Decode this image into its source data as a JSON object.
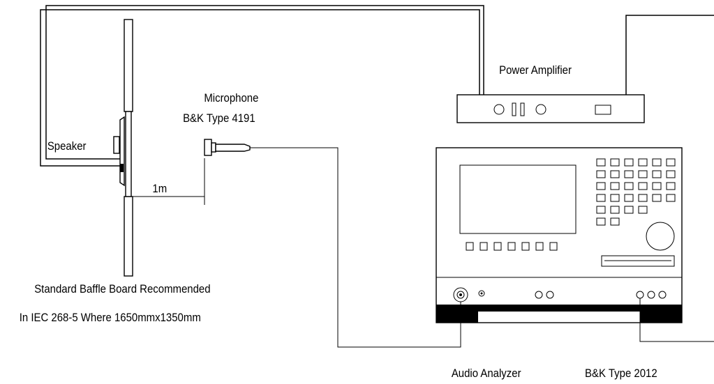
{
  "labels": {
    "power_amplifier": "Power Amplifier",
    "microphone_line1": "Microphone",
    "microphone_line2": "B&K Type 4191",
    "speaker": "Speaker",
    "distance": "1m",
    "baffle_line1": "Standard Baffle Board Recommended",
    "baffle_line2": "In IEC 268-5 Where 1650mmx1350mm",
    "audio_analyzer": "Audio Analyzer",
    "bk_type": "B&K Type 2012"
  },
  "colors": {
    "line": "#000000",
    "background": "#ffffff"
  }
}
